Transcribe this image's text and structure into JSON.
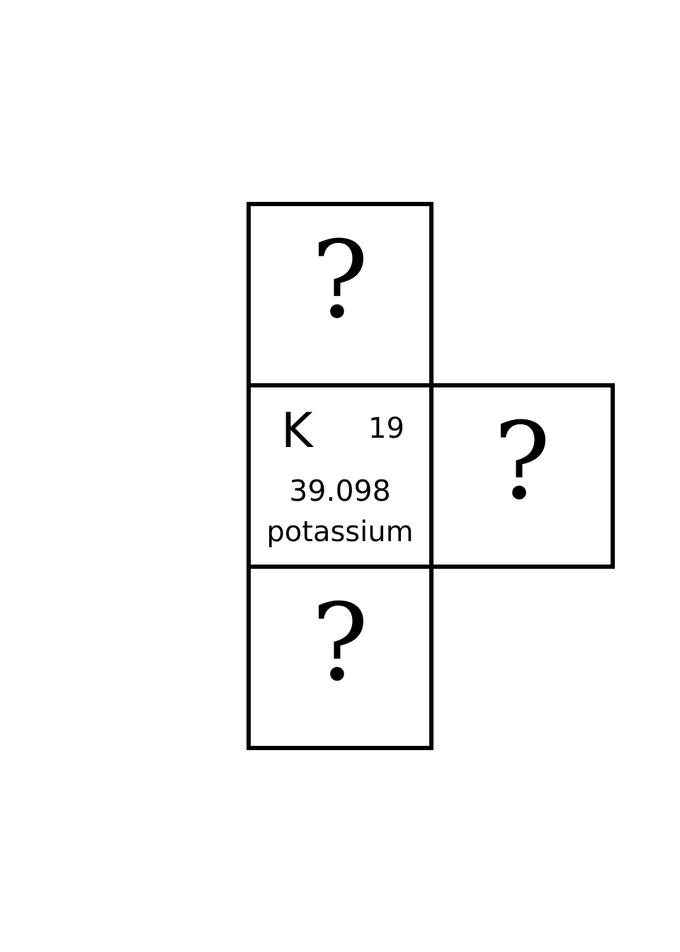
{
  "cells": {
    "top": {
      "text": "?"
    },
    "center": {
      "symbol": "K",
      "atomic_number": "19",
      "atomic_mass": "39.098",
      "name": "potassium"
    },
    "right": {
      "text": "?"
    },
    "bottom": {
      "text": "?"
    }
  },
  "colors": {
    "border": "#000000",
    "background": "#ffffff",
    "text": "#000000"
  }
}
